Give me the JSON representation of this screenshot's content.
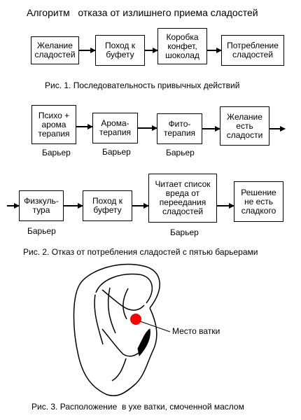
{
  "title": "Алгоритм   отказа от излишнего приема сладостей",
  "fig1": {
    "boxes": [
      "Желание\nсладостей",
      "Поход к\nбуфету",
      "Коробка\nконфет,\nшоколад",
      "Потребление\nсладостей"
    ],
    "caption": "Рис. 1. Последовательность привычных действий"
  },
  "fig2": {
    "row1": [
      "Психо +\nарома\nтерапия",
      "Арома-\nтерапия",
      "Фито-\nтерапия",
      "Желание\nесть\nсладости"
    ],
    "row1_labels": [
      "Барьер",
      "Барьер",
      "Барьер"
    ],
    "row2": [
      "Физкуль-\nтура",
      "Поход к\nбуфету",
      "Читает список\nвреда от\nпереедания\nсладостей",
      "Решение\nне есть\nсладкого"
    ],
    "row2_labels": [
      "Барьер",
      "Барьер"
    ],
    "caption": "Рис. 2. Отказ от потребления сладостей с пятью барьерами"
  },
  "fig3": {
    "spot_label": "Место ватки",
    "spot_color": "#ff0000",
    "caption": "Рис. 3. Расположение  в ухе ватки, смоченной маслом"
  }
}
